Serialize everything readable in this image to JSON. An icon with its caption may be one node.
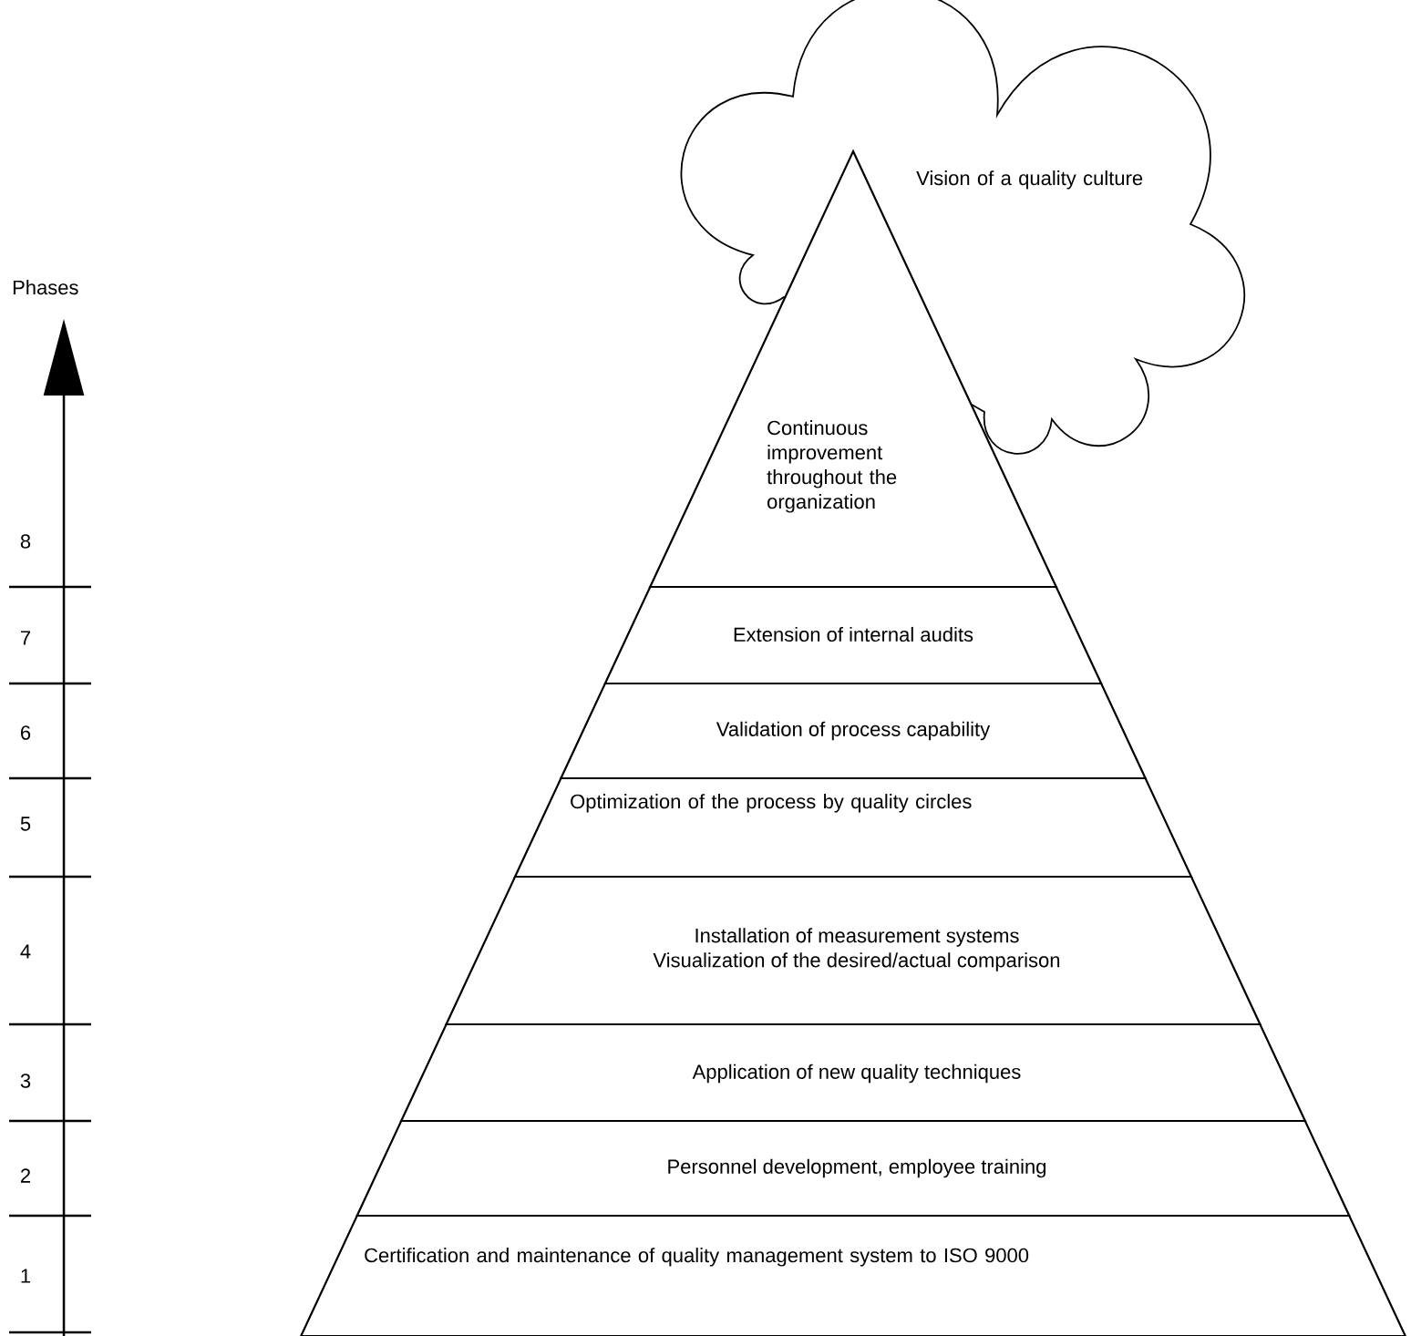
{
  "diagram": {
    "nodes": [
      {
        "text": [
          "Vision of a quality culture"
        ]
      },
      {
        "text": [
          "Continuous improvement throughout the organization"
        ]
      },
      {
        "text": [
          "Extension of internal audits"
        ]
      },
      {
        "text": [
          "Validation of process capability"
        ]
      },
      {
        "text": [
          "Optimization of the process by quality circles"
        ]
      },
      {
        "text": [
          "Installation of measurement systems",
          "Visualization of the desired/actual comparison"
        ]
      },
      {
        "text": [
          "Application of new quality techniques"
        ]
      },
      {
        "text": [
          "Personnel development, employee training"
        ]
      },
      {
        "text": [
          "Certification and maintenance of quality management system to ISO 9000"
        ]
      }
    ],
    "labels": [
      "Phases",
      "8",
      "7",
      "6",
      "5",
      "4",
      "3",
      "2",
      "1"
    ]
  }
}
